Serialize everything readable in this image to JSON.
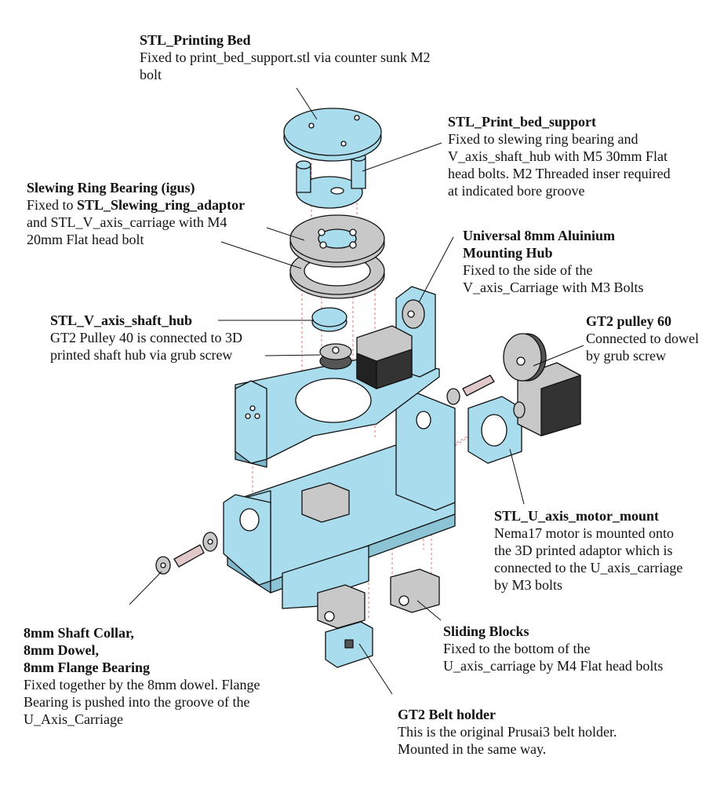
{
  "colors": {
    "part_blue": "#a9dcec",
    "metal_grey": "#c8c8c8",
    "outline": "#111111",
    "guide_red": "#e05050"
  },
  "labels": {
    "printing_bed": {
      "title": "STL_Printing Bed",
      "lines": [
        "Fixed to print_bed_support.stl via counter sunk M2",
        "bolt"
      ]
    },
    "print_bed_support": {
      "title": "STL_Print_bed_support",
      "lines": [
        "Fixed to slewing ring bearing and",
        "V_axis_shaft_hub with M5 30mm Flat",
        "head bolts. M2 Threaded inser required",
        "at indicated bore groove"
      ]
    },
    "slewing_ring": {
      "title": "Slewing Ring Bearing (igus)",
      "line1_prefix": "Fixed to ",
      "line1_bold": "STL_Slewing_ring_adaptor",
      "lines": [
        "and STL_V_axis_carriage with M4",
        "20mm Flat head bolt"
      ]
    },
    "universal_hub": {
      "title1": "Universal 8mm Aluinium",
      "title2": "Mounting Hub",
      "lines": [
        "Fixed to the side of the",
        "V_axis_Carriage with M3 Bolts"
      ]
    },
    "v_axis_shaft_hub": {
      "title": "STL_V_axis_shaft_hub",
      "lines": [
        "GT2 Pulley 40 is connected to 3D",
        "printed shaft hub via grub screw"
      ]
    },
    "gt2_pulley_60": {
      "title": "GT2 pulley 60",
      "lines": [
        "Connected to dowel",
        "by grub screw"
      ]
    },
    "u_axis_motor_mount": {
      "title": "STL_U_axis_motor_mount",
      "lines": [
        "Nema17 motor is mounted onto",
        "the 3D printed adaptor which is",
        "connected to the U_axis_carriage",
        "by M3 bolts"
      ]
    },
    "shaft_collar": {
      "titles": [
        "8mm Shaft Collar,",
        "8mm Dowel,",
        "8mm Flange Bearing"
      ],
      "lines": [
        "Fixed together by the 8mm dowel. Flange",
        "Bearing is pushed into the groove of the",
        "U_Axis_Carriage"
      ]
    },
    "sliding_blocks": {
      "title": "Sliding Blocks",
      "lines": [
        "Fixed to the bottom of the",
        "U_axis_carriage by M4 Flat head bolts"
      ]
    },
    "gt2_belt_holder": {
      "title": "GT2 Belt holder",
      "lines": [
        "This is the original Prusai3 belt holder.",
        "Mounted in the same way."
      ]
    }
  }
}
